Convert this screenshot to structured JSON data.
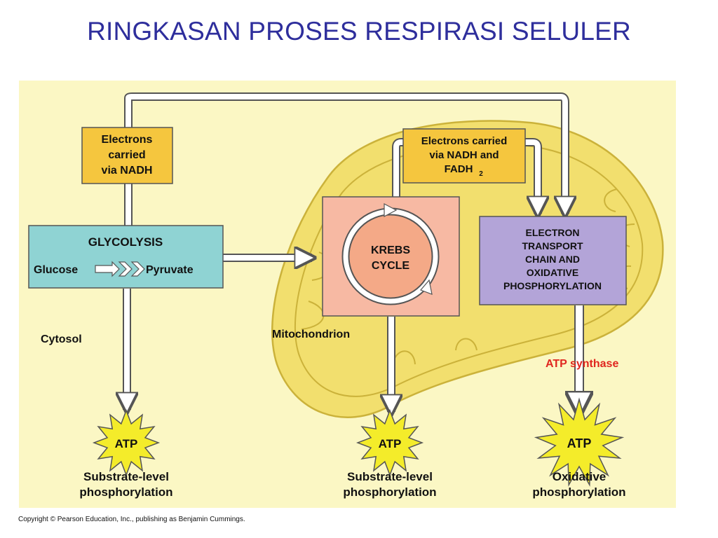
{
  "title": "RINGKASAN PROSES RESPIRASI SELULER",
  "boxes": {
    "electrons_nadh": [
      "Electrons",
      "carried",
      "via NADH"
    ],
    "electrons_nadh_fadh": {
      "lines": [
        "Electrons carried",
        "via NADH and"
      ],
      "fadh": "FADH",
      "fadh_sub": "2"
    },
    "glycolysis": {
      "heading": "GLYCOLYSIS",
      "glucose": "Glucose",
      "pyruvate": "Pyruvate"
    },
    "krebs": [
      "KREBS",
      "CYCLE"
    ],
    "etc": [
      "ELECTRON",
      "TRANSPORT",
      "CHAIN AND",
      "OXIDATIVE",
      "PHOSPHORYLATION"
    ]
  },
  "labels": {
    "cytosol": "Cytosol",
    "mitochondrion": "Mitochondrion",
    "atp_synthase": "ATP  synthase"
  },
  "outputs": [
    {
      "badge": "ATP",
      "caption": [
        "Substrate-level",
        "phosphorylation"
      ]
    },
    {
      "badge": "ATP",
      "caption": [
        "Substrate-level",
        "phosphorylation"
      ]
    },
    {
      "badge": "ATP",
      "caption": [
        "Oxidative",
        "phosphorylation"
      ]
    }
  ],
  "colors": {
    "background": "#fbf7c4",
    "mitochondrion": "#f2df6e",
    "electron_box": "#f5c63e",
    "glycolysis_box": "#8fd3d3",
    "krebs_box": "#f7b9a3",
    "etc_box": "#b3a4d8",
    "atp_star": "#f4ec2a",
    "atp_synthase_text": "#e0261f",
    "title": "#2e2e9c"
  },
  "copyright": "Copyright © Pearson Education, Inc., publishing as Benjamin Cummings."
}
